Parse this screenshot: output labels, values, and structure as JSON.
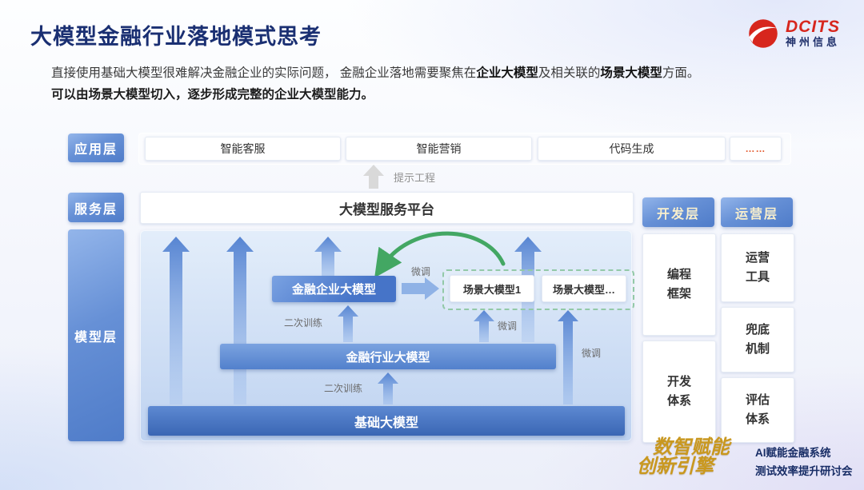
{
  "page": {
    "title": "大模型金融行业落地模式思考"
  },
  "logo": {
    "brand": "DCITS",
    "company": "神州信息"
  },
  "intro": {
    "p1_seg1": "直接使用基础大模型很难解决金融企业的实际问题， 金融企业落地需要聚焦在",
    "p1_bold1": "企业大模型",
    "p1_seg2": "及相关联的",
    "p1_bold2": "场景大模型",
    "p1_seg3": "方面。",
    "p2": "可以由场景大模型切入，逐步形成完整的企业大模型能力。"
  },
  "layers": {
    "application": "应用层",
    "service": "服务层",
    "model": "模型层",
    "development": "开发层",
    "operation": "运营层"
  },
  "application": {
    "items": [
      "智能客服",
      "智能营销",
      "代码生成"
    ],
    "more": "……"
  },
  "service": {
    "platform": "大模型服务平台"
  },
  "model": {
    "enterprise": "金融企业大模型",
    "scenario1": "场景大模型1",
    "scenario2": "场景大模型…",
    "industry": "金融行业大模型",
    "base": "基础大模型"
  },
  "annotations": {
    "prompt": "提示工程",
    "finetune": "微调",
    "retrain": "二次训练"
  },
  "development": {
    "items": [
      "编程框架",
      "开发体系"
    ]
  },
  "operation": {
    "items": [
      "运营工具",
      "兜底机制",
      "评估体系"
    ]
  },
  "footer": {
    "slogan_line1": "数智赋能",
    "slogan_line2": "创新引擎",
    "event_line1": "AI赋能金融系统",
    "event_line2": "测试效率提升研讨会"
  },
  "colors": {
    "title_navy": "#1a2f72",
    "layer_blue": "#4f7cc9",
    "arrow_blue": "#6f9ade",
    "finetune_green": "#3ba45c",
    "logo_red": "#d7261d",
    "slogan_gold": "#c9981f"
  }
}
